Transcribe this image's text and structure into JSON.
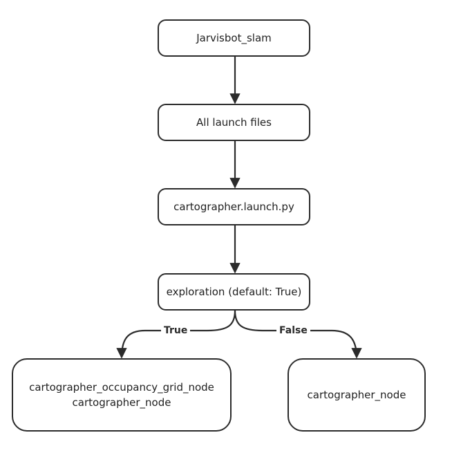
{
  "nodes": {
    "n1": "Jarvisbot_slam",
    "n2": "All launch files",
    "n3": "cartographer.launch.py",
    "n4": "exploration (default: True)",
    "n5": [
      "cartographer_occupancy_grid_node",
      "cartographer_node"
    ],
    "n6": "cartographer_node"
  },
  "edges": {
    "true_label": "True",
    "false_label": "False"
  },
  "colors": {
    "stroke": "#2b2b2b",
    "text": "#1f1f1f",
    "background": "#ffffff"
  }
}
